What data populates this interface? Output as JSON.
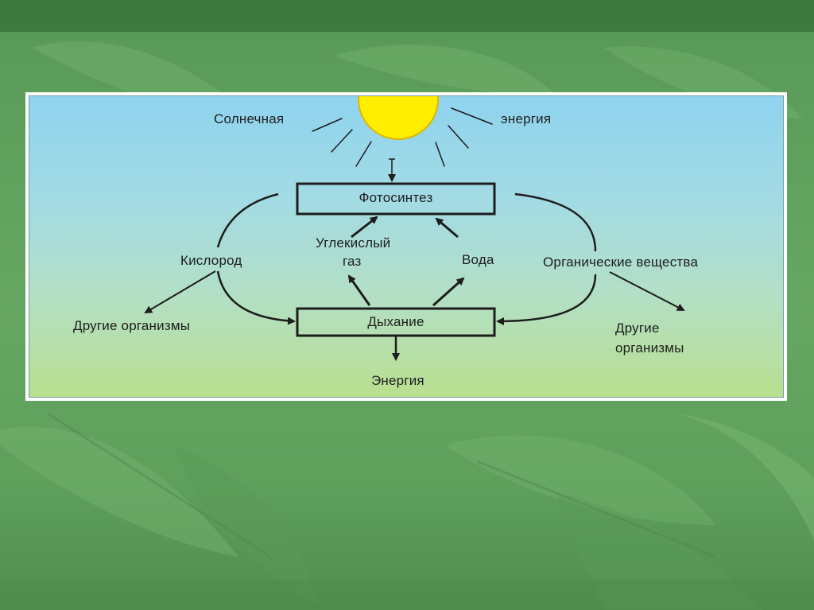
{
  "diagram": {
    "labels": {
      "solar": "Солнечная",
      "energy_top": "энергия",
      "photosynthesis": "Фотосинтез",
      "co2_line1": "Углекислый",
      "co2_line2": "газ",
      "water": "Вода",
      "oxygen": "Кислород",
      "organic": "Органические вещества",
      "other_left": "Другие организмы",
      "other_right_line1": "Другие",
      "other_right_line2": "организмы",
      "respiration": "Дыхание",
      "energy_bottom": "Энергия"
    },
    "colors": {
      "sun": "#ffee00",
      "sky_top": "#8fd3ef",
      "grass_bottom": "#b9df8e",
      "slide_green": "#66a763",
      "ink": "#1d1d1d"
    }
  }
}
